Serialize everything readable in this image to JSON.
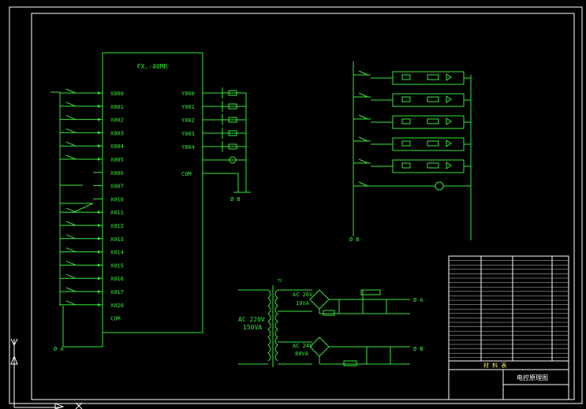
{
  "plc": {
    "model": "FX.-40MR",
    "inputs": [
      "X000",
      "X001",
      "X002",
      "X003",
      "X004",
      "X005",
      "X006",
      "X007",
      "X010",
      "X011",
      "X012",
      "X013",
      "X014",
      "X015",
      "X016",
      "X017",
      "X020",
      "COM"
    ],
    "outputs": [
      "Y000",
      "Y001",
      "Y002",
      "Y003",
      "Y004",
      "COM"
    ]
  },
  "terminals": {
    "zero_b": "Ø B",
    "zero_a": "Ø A",
    "right_b": "Ø B",
    "zero_a2": "Ø A",
    "zero_b2": "Ø B"
  },
  "power": {
    "tc": "TC",
    "primary": "AC 220V",
    "primary_rating": "150VA",
    "sec1_voltage": "AC 26V",
    "sec1_rating": "10VA",
    "sec2_voltage": "AC 24V",
    "sec2_rating": "80VA"
  },
  "title_block": {
    "drawing_title": "电控原理图",
    "label": "材 料 表"
  },
  "colors": {
    "background": "#000000",
    "line": "#39e639",
    "border": "#ffffff",
    "text_yellow": "#f2ee6a"
  }
}
